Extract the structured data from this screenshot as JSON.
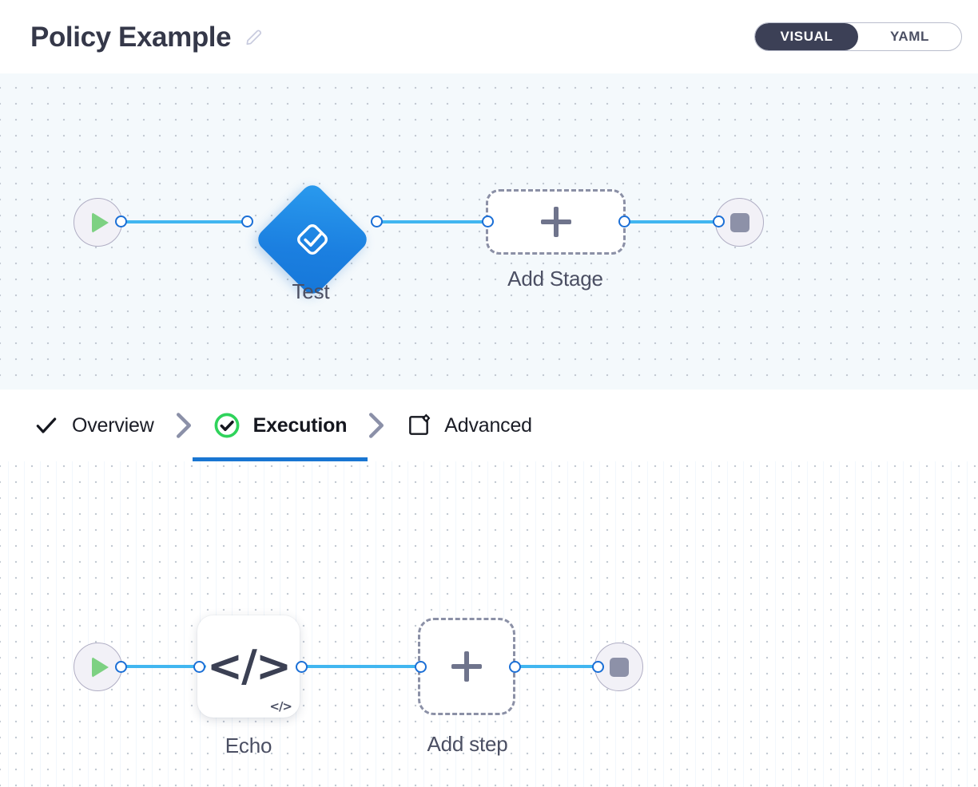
{
  "header": {
    "title": "Policy Example",
    "edit_icon": "pencil-icon",
    "view_toggle": {
      "options": [
        "VISUAL",
        "YAML"
      ],
      "selected": "VISUAL",
      "active_bg": "#3c4056"
    }
  },
  "stage_canvas": {
    "background": "#f4f9fc",
    "start_node": {
      "icon": "play-icon",
      "color": "#7dd182"
    },
    "nodes": [
      {
        "type": "stage",
        "label": "Test",
        "icon": "check-diamond-icon",
        "color": "#1b7fe0"
      },
      {
        "type": "add",
        "label": "Add Stage",
        "icon": "plus-icon"
      }
    ],
    "end_node": {
      "icon": "stop-icon",
      "color": "#8d91a8"
    },
    "edge_color": "#41b6f0",
    "port_color": "#1b6fd6"
  },
  "tabs": [
    {
      "label": "Overview",
      "icon": "check-icon",
      "active": false
    },
    {
      "label": "Execution",
      "icon": "check-circle-icon",
      "active": true
    },
    {
      "label": "Advanced",
      "icon": "window-gear-icon",
      "active": false
    }
  ],
  "tab_separator_icon": "chevron-right-icon",
  "active_tab_underline": "#1976d2",
  "step_canvas": {
    "background": "#ffffff",
    "start_node": {
      "icon": "play-icon",
      "color": "#7dd182"
    },
    "nodes": [
      {
        "type": "step",
        "label": "Echo",
        "icon": "code-icon",
        "badge": "code-badge-icon"
      },
      {
        "type": "add",
        "label": "Add step",
        "icon": "plus-icon"
      }
    ],
    "end_node": {
      "icon": "stop-icon",
      "color": "#8d91a8"
    },
    "edge_color": "#41b6f0",
    "port_color": "#1b6fd6"
  }
}
